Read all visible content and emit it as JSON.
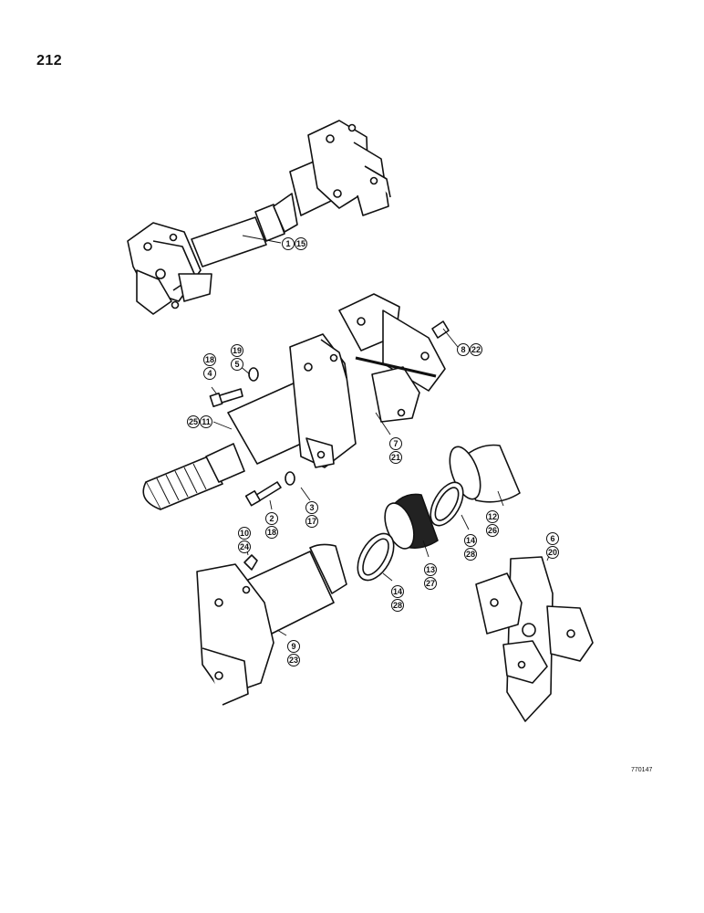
{
  "page": {
    "number": "212",
    "figure_code": "770147"
  },
  "callouts": [
    {
      "nums": [
        "1",
        "15"
      ]
    },
    {
      "nums": [
        "8",
        "22"
      ]
    },
    {
      "nums": [
        "18",
        "4"
      ]
    },
    {
      "nums": [
        "19",
        "5"
      ]
    },
    {
      "nums": [
        "25",
        "11"
      ]
    },
    {
      "nums": [
        "7",
        "21"
      ]
    },
    {
      "nums": [
        "2",
        "18"
      ]
    },
    {
      "nums": [
        "3",
        "17"
      ]
    },
    {
      "nums": [
        "12",
        "26"
      ]
    },
    {
      "nums": [
        "14",
        "28"
      ]
    },
    {
      "nums": [
        "13",
        "27"
      ]
    },
    {
      "nums": [
        "14",
        "28"
      ]
    },
    {
      "nums": [
        "10",
        "24"
      ]
    },
    {
      "nums": [
        "6",
        "20"
      ]
    },
    {
      "nums": [
        "9",
        "23"
      ]
    }
  ]
}
